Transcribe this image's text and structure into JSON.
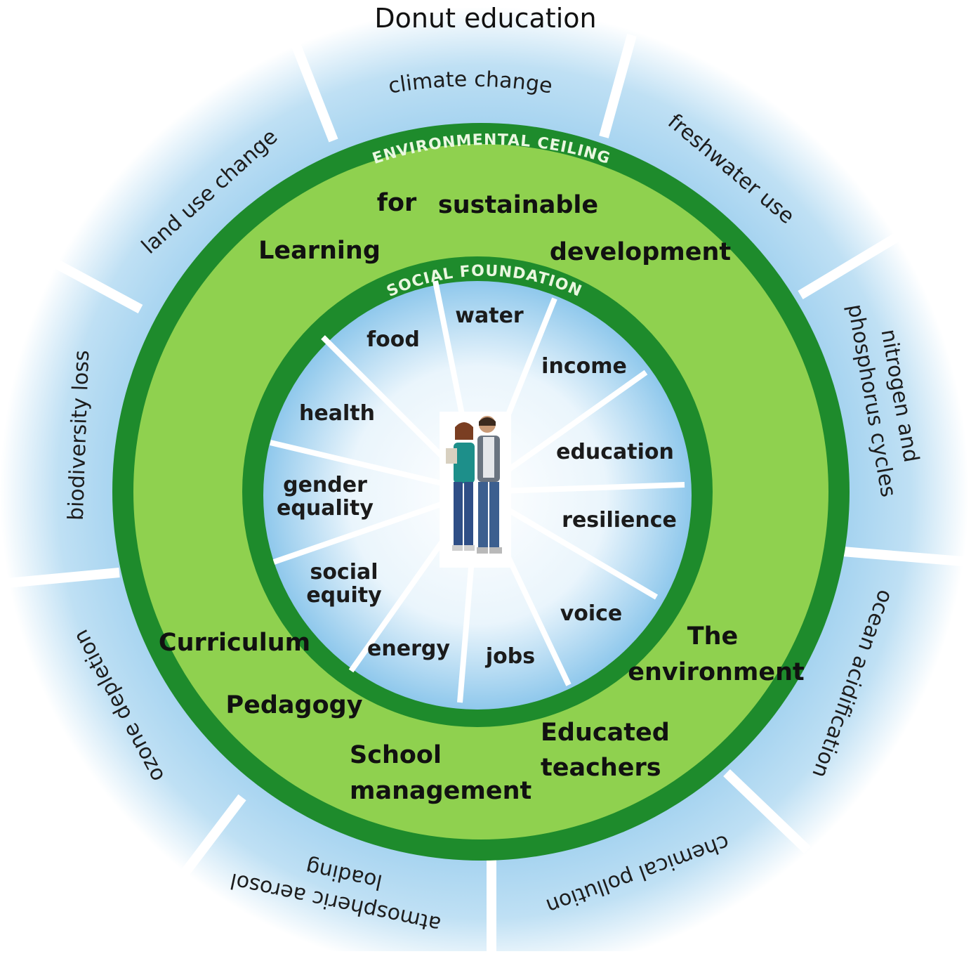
{
  "title": "Donut education",
  "ring_labels": {
    "environmental_ceiling": "ENVIRONMENTAL CEILING",
    "social_foundation": "SOCIAL FOUNDATION"
  },
  "outer_labels": {
    "climate_change": "climate change",
    "freshwater_use": "freshwater use",
    "nitrogen_line1": "nitrogen and",
    "nitrogen_line2": "phosphorus cycles",
    "ocean_acidification": "ocean acidification",
    "chemical_pollution": "chemical pollution",
    "aerosol_line1": "atmospheric aerosol",
    "aerosol_line2": "loading",
    "ozone_depletion": "ozone depletion",
    "biodiversity_loss": "biodiversity loss",
    "land_use_change": "land use change"
  },
  "green_band_labels": {
    "for": "for",
    "sustainable": "sustainable",
    "learning": "Learning",
    "development": "development",
    "curriculum": "Curriculum",
    "pedagogy": "Pedagogy",
    "school": "School",
    "management": "management",
    "educated": "Educated",
    "teachers": "teachers",
    "the": "The",
    "environment": "environment"
  },
  "inner_labels": {
    "water": "water",
    "food": "food",
    "income": "income",
    "health": "health",
    "education": "education",
    "gender": "gender",
    "equality": "equality",
    "resilience": "resilience",
    "social": "social",
    "equity": "equity",
    "voice": "voice",
    "energy": "energy",
    "jobs": "jobs"
  },
  "colors": {
    "dark_green": "#1e8b2c",
    "light_green": "#8fd14f",
    "sky_blue": "#4aa3dc",
    "white": "#ffffff"
  },
  "center_image": "two-students-photo"
}
